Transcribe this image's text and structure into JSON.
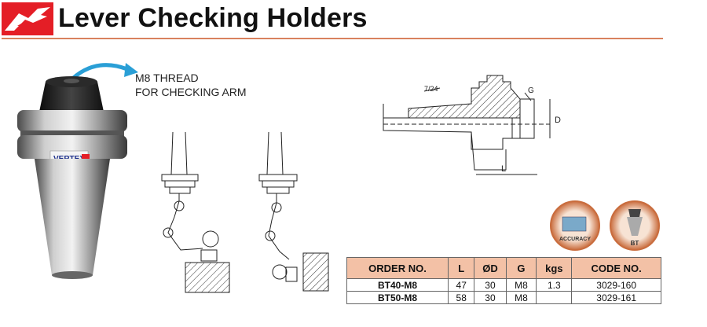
{
  "header": {
    "title": "Lever Checking Holders",
    "accent_color": "#d9825e",
    "logo_icon": "vertex-eagle-logo"
  },
  "callout": {
    "line1": "M8 THREAD",
    "line2": "FOR CHECKING ARM"
  },
  "product": {
    "brand_text": "VERTEX",
    "icon": "bt-holder-photo"
  },
  "diagram": {
    "taper_label": "7/24",
    "g_label": "G",
    "d_label": "D",
    "l_label": "L"
  },
  "badges": [
    {
      "label": "ACCURACY",
      "icon": "accuracy-badge-icon"
    },
    {
      "label": "BT",
      "icon": "bt-badge-icon"
    }
  ],
  "spec_table": {
    "columns": [
      "ORDER NO.",
      "L",
      "ØD",
      "G",
      "kgs",
      "CODE NO."
    ],
    "rows": [
      [
        "BT40-M8",
        "47",
        "30",
        "M8",
        "1.3",
        "3029-160"
      ],
      [
        "BT50-M8",
        "58",
        "30",
        "M8",
        "",
        "3029-161"
      ]
    ],
    "header_color": "#f3c1a6"
  }
}
